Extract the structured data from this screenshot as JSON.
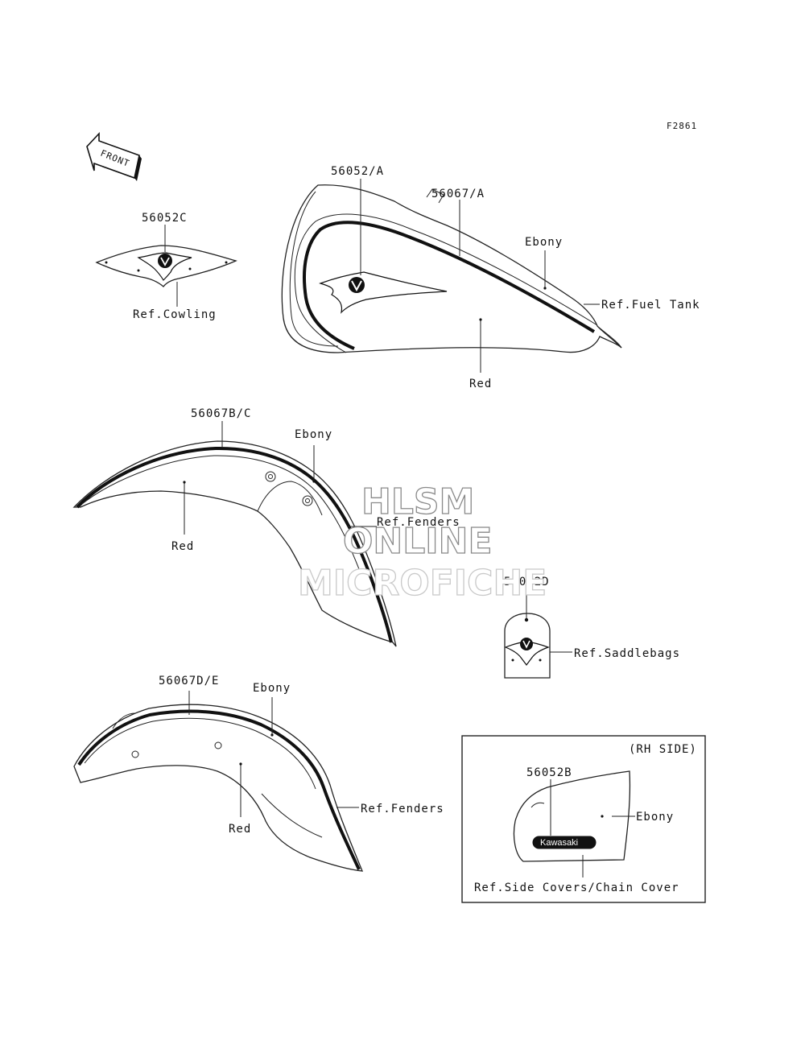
{
  "figure_code": "F2861",
  "front_arrow_label": "FRONT",
  "labels": {
    "tank_emblem_part": "56052/A",
    "tank_stripe_part": "56067/A",
    "tank_color_top": "Ebony",
    "tank_ref": "Ref.Fuel Tank",
    "tank_color_body": "Red",
    "cowling_part": "56052C",
    "cowling_ref": "Ref.Cowling",
    "front_fender_part": "56067B/C",
    "front_fender_color_top": "Ebony",
    "front_fender_ref": "Ref.Fenders",
    "front_fender_color_body": "Red",
    "saddlebag_part": "56052D",
    "saddlebag_ref": "Ref.Saddlebags",
    "rear_fender_part": "56067D/E",
    "rear_fender_color_top": "Ebony",
    "rear_fender_ref": "Ref.Fenders",
    "rear_fender_color_body": "Red",
    "side_cover_heading": "(RH SIDE)",
    "side_cover_part": "56052B",
    "side_cover_color": "Ebony",
    "side_cover_ref": "Ref.Side Covers/Chain Cover",
    "side_cover_badge": "Kawasaki"
  },
  "watermark": {
    "line1": "HLSM",
    "line2": "ONLINE",
    "line3": "MICROFICHE"
  },
  "colors": {
    "line": "#222222",
    "watermark_outline": "#8a8a8a"
  }
}
